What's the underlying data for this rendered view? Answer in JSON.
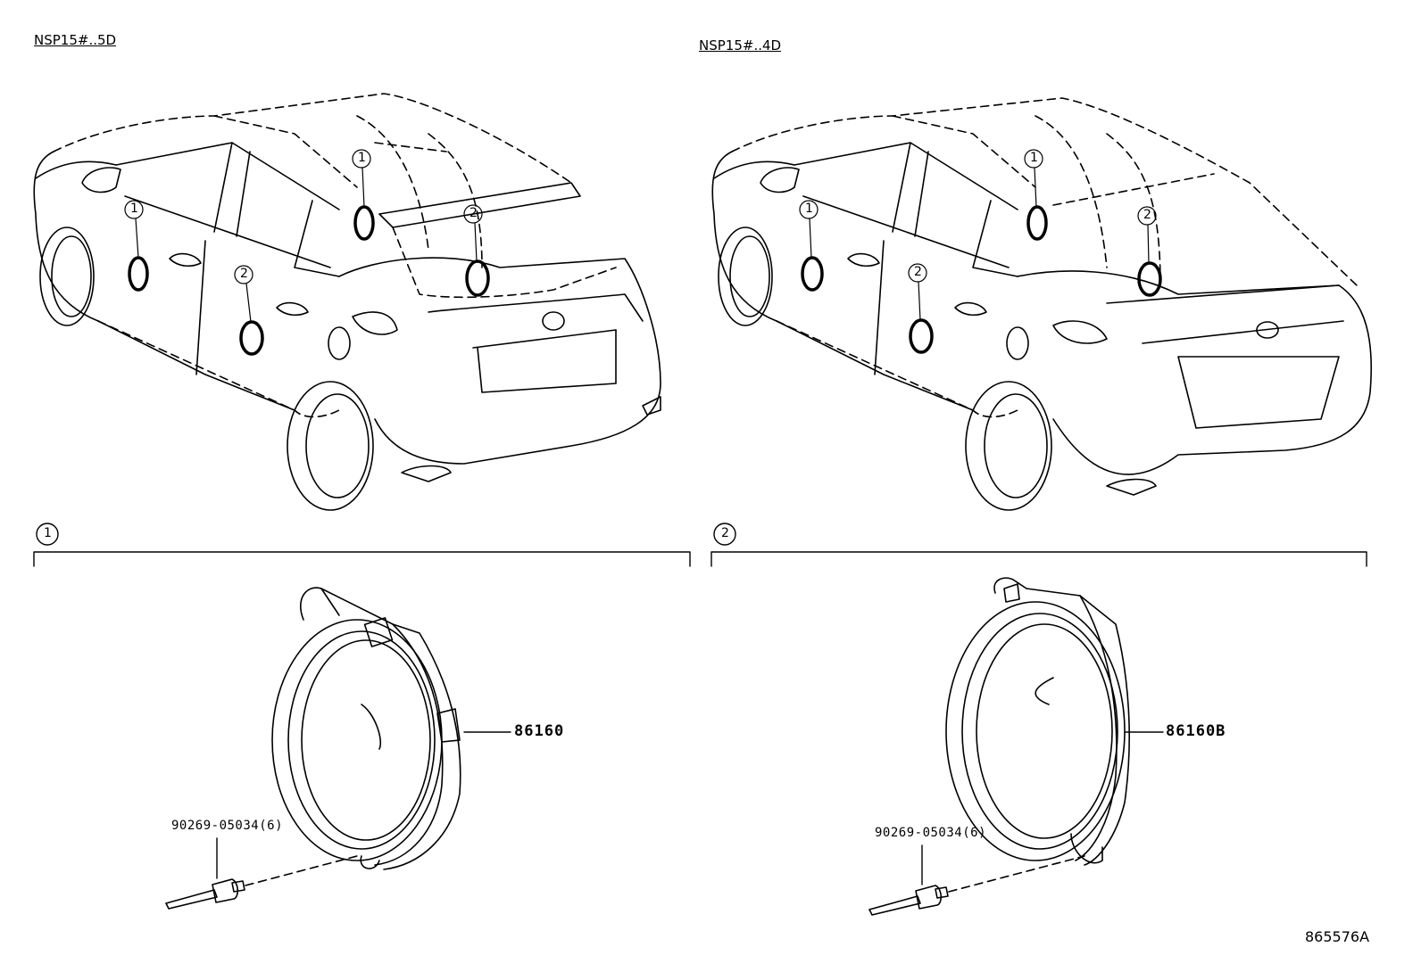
{
  "variants": {
    "left": "NSP15#..5D",
    "right": "NSP15#..4D"
  },
  "callouts": {
    "one": "1",
    "two": "2"
  },
  "sections": {
    "one": "1",
    "two": "2"
  },
  "parts": {
    "speaker_front": "86160",
    "speaker_rear": "86160B",
    "rivet_left": "90269-05034(6)",
    "rivet_right": "90269-05034(6)"
  },
  "illustration_number": "865576A"
}
